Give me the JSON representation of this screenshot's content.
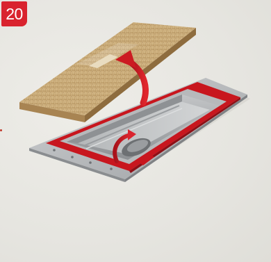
{
  "step": {
    "number": "20"
  },
  "illustration": {
    "colors": {
      "background": "#e9e8e3",
      "badge": "#d9232e",
      "seal_red": "#c8161e",
      "frame_metal": "#b9bbbd",
      "tray_metal": "#a9acae",
      "board": "#c9a978",
      "arrow": "#cc1b22"
    },
    "parts": [
      "floor-panel",
      "access-hatch-frame",
      "red-seal-strip",
      "drain-tray",
      "lift-arrow",
      "insert-arrow"
    ]
  }
}
